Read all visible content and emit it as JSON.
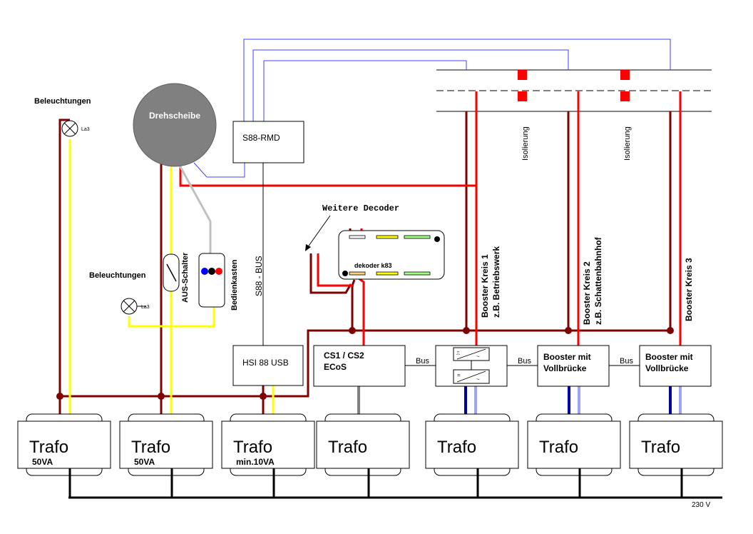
{
  "labels": {
    "beleuchtungen_top": "Beleuchtungen",
    "beleuchtungen_mid": "Beleuchtungen",
    "lamp_tag_top": "La3",
    "lamp_tag_mid": "La3",
    "drehscheibe": "Drehscheibe",
    "s88_rmd": "S88-RMD",
    "s88_bus": "S88 - BUS",
    "aus_schalter": "AUS-Schalter",
    "bedienkasten": "Bedienkasten",
    "weitere_decoder": "Weitere Decoder",
    "dekoder": "dekoder k83",
    "isolierung_1": "Isolierung",
    "isolierung_2": "Isolierung",
    "booster_kreis_1_line1": "Booster Kreis 1",
    "booster_kreis_1_line2": "z.B. Betriebswerk",
    "booster_kreis_2_line1": "Booster Kreis 2",
    "booster_kreis_2_line2": "z.B. Schattenbahnhof",
    "booster_kreis_3": "Booster Kreis 3",
    "hsi": "HSI 88 USB",
    "cs_line1": "CS1 / CS2",
    "cs_line2": "ECoS",
    "bus_1": "Bus",
    "bus_2": "Bus",
    "bus_3": "Bus",
    "booster_a_line1": "Booster mit",
    "booster_a_line2": "Vollbrücke",
    "booster_b_line1": "Booster mit",
    "booster_b_line2": "Vollbrücke",
    "mains": "230 V"
  },
  "trafos": [
    {
      "title": "Trafo",
      "rating": "50VA"
    },
    {
      "title": "Trafo",
      "rating": "50VA"
    },
    {
      "title": "Trafo",
      "rating": "min.10VA"
    },
    {
      "title": "Trafo",
      "rating": ""
    },
    {
      "title": "Trafo",
      "rating": ""
    },
    {
      "title": "Trafo",
      "rating": ""
    },
    {
      "title": "Trafo",
      "rating": ""
    }
  ],
  "colors": {
    "dark_red": "#800000",
    "red": "#ff0000",
    "yellow": "#ffff00",
    "blue_navy": "#0000a0",
    "light_blue": "#a0a0ff",
    "grey": "#808080",
    "light_grey": "#c0c0c0",
    "black": "#000000"
  }
}
